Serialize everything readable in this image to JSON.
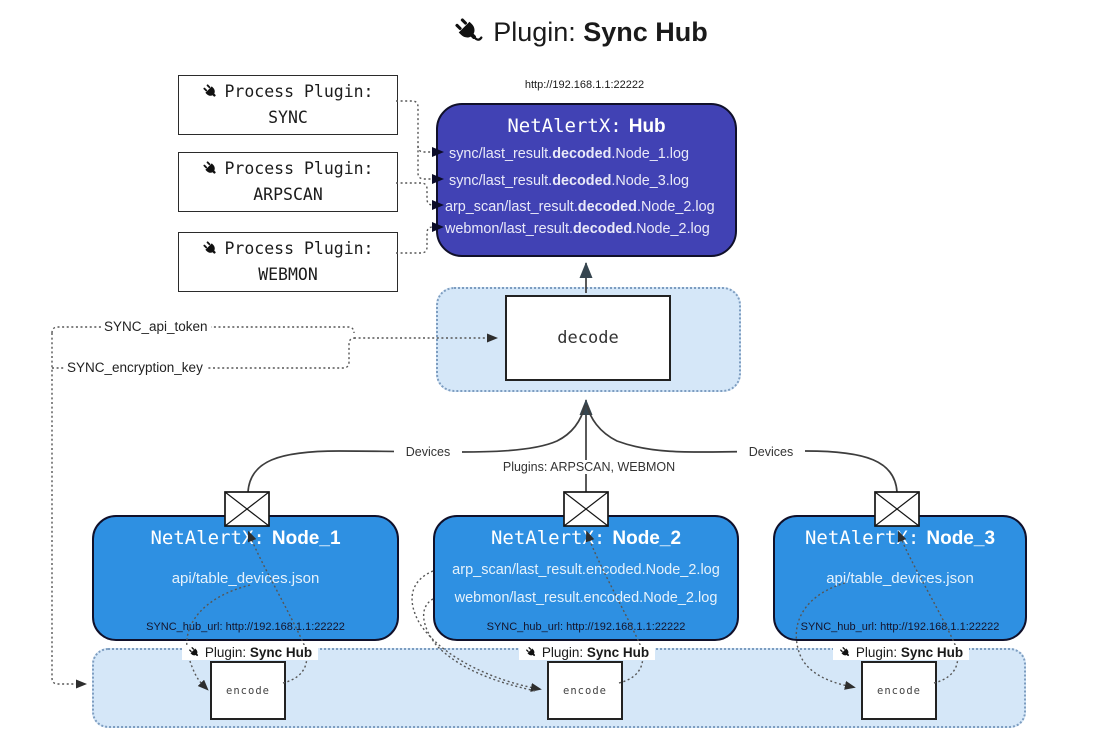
{
  "title": {
    "prefix": "Plugin:",
    "name": "Sync Hub"
  },
  "process_plugins": [
    {
      "label": "Process Plugin:",
      "name": "SYNC"
    },
    {
      "label": "Process Plugin:",
      "name": "ARPSCAN"
    },
    {
      "label": "Process Plugin:",
      "name": "WEBMON"
    }
  ],
  "hub": {
    "url": "http://192.168.1.1:22222",
    "title_prefix": "NetAlertX:",
    "title_name": "Hub",
    "logs": [
      {
        "pre": "sync/last_result.",
        "bold": "decoded",
        "post": ".Node_1.log"
      },
      {
        "pre": "sync/last_result.",
        "bold": "decoded",
        "post": ".Node_3.log"
      },
      {
        "pre": "arp_scan/last_result.",
        "bold": "decoded",
        "post": ".Node_2.log"
      },
      {
        "pre": "webmon/last_result.",
        "bold": "decoded",
        "post": ".Node_2.log"
      }
    ]
  },
  "decode": {
    "label": "decode"
  },
  "secrets": {
    "api_token": "SYNC_api_token",
    "encryption_key": "SYNC_encryption_key"
  },
  "edges": {
    "devices_left": "Devices",
    "plugins": "Plugins: ARPSCAN, WEBMON",
    "devices_right": "Devices"
  },
  "nodes": [
    {
      "title_prefix": "NetAlertX:",
      "title_name": "Node_1",
      "files": [
        "api/table_devices.json"
      ],
      "hub_url": "SYNC_hub_url: http://192.168.1.1:22222"
    },
    {
      "title_prefix": "NetAlertX:",
      "title_name": "Node_2",
      "files": [
        "arp_scan/last_result.encoded.Node_2.log",
        "webmon/last_result.encoded.Node_2.log"
      ],
      "hub_url": "SYNC_hub_url: http://192.168.1.1:22222"
    },
    {
      "title_prefix": "NetAlertX:",
      "title_name": "Node_3",
      "files": [
        "api/table_devices.json"
      ],
      "hub_url": "SYNC_hub_url: http://192.168.1.1:22222"
    }
  ],
  "encoders": [
    {
      "plugin_prefix": "Plugin:",
      "plugin_name": "Sync Hub",
      "box_label": "encode"
    },
    {
      "plugin_prefix": "Plugin:",
      "plugin_name": "Sync Hub",
      "box_label": "encode"
    },
    {
      "plugin_prefix": "Plugin:",
      "plugin_name": "Sync Hub",
      "box_label": "encode"
    }
  ],
  "colors": {
    "hub-bg": "#4142b4",
    "node-bg": "#2e90e2",
    "panel-bg": "#d5e7f8",
    "panel-border": "#7d9dc0",
    "line": "#3d3d3d",
    "dotted": "#565656",
    "hub-text": "#e9e9f8"
  }
}
